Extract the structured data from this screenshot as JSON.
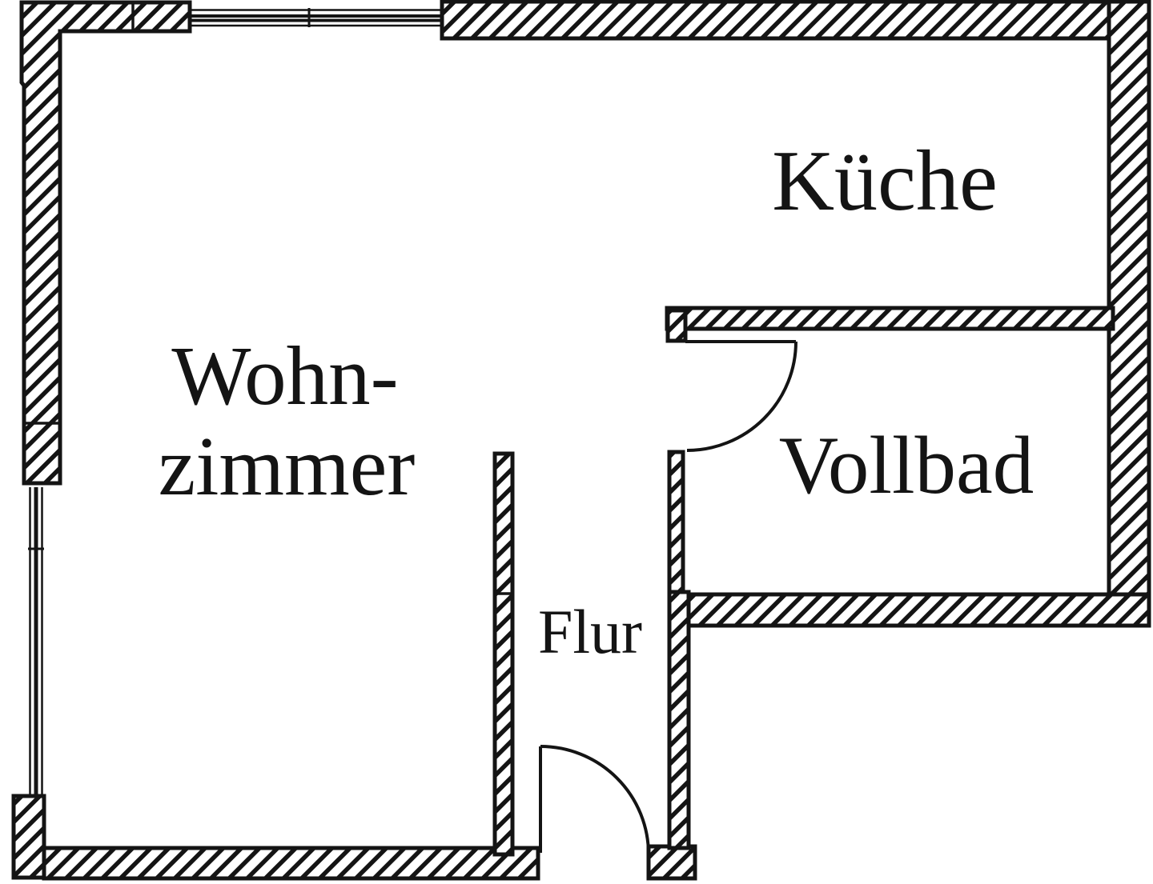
{
  "floor_plan": {
    "background_color": "#ffffff",
    "ink_color": "#141414",
    "rooms": {
      "kueche": {
        "label": "Küche"
      },
      "wohnzimmer": {
        "label_line1": "Wohn-",
        "label_line2": "zimmer"
      },
      "vollbad": {
        "label": "Vollbad"
      },
      "flur": {
        "label": "Flur"
      }
    }
  }
}
